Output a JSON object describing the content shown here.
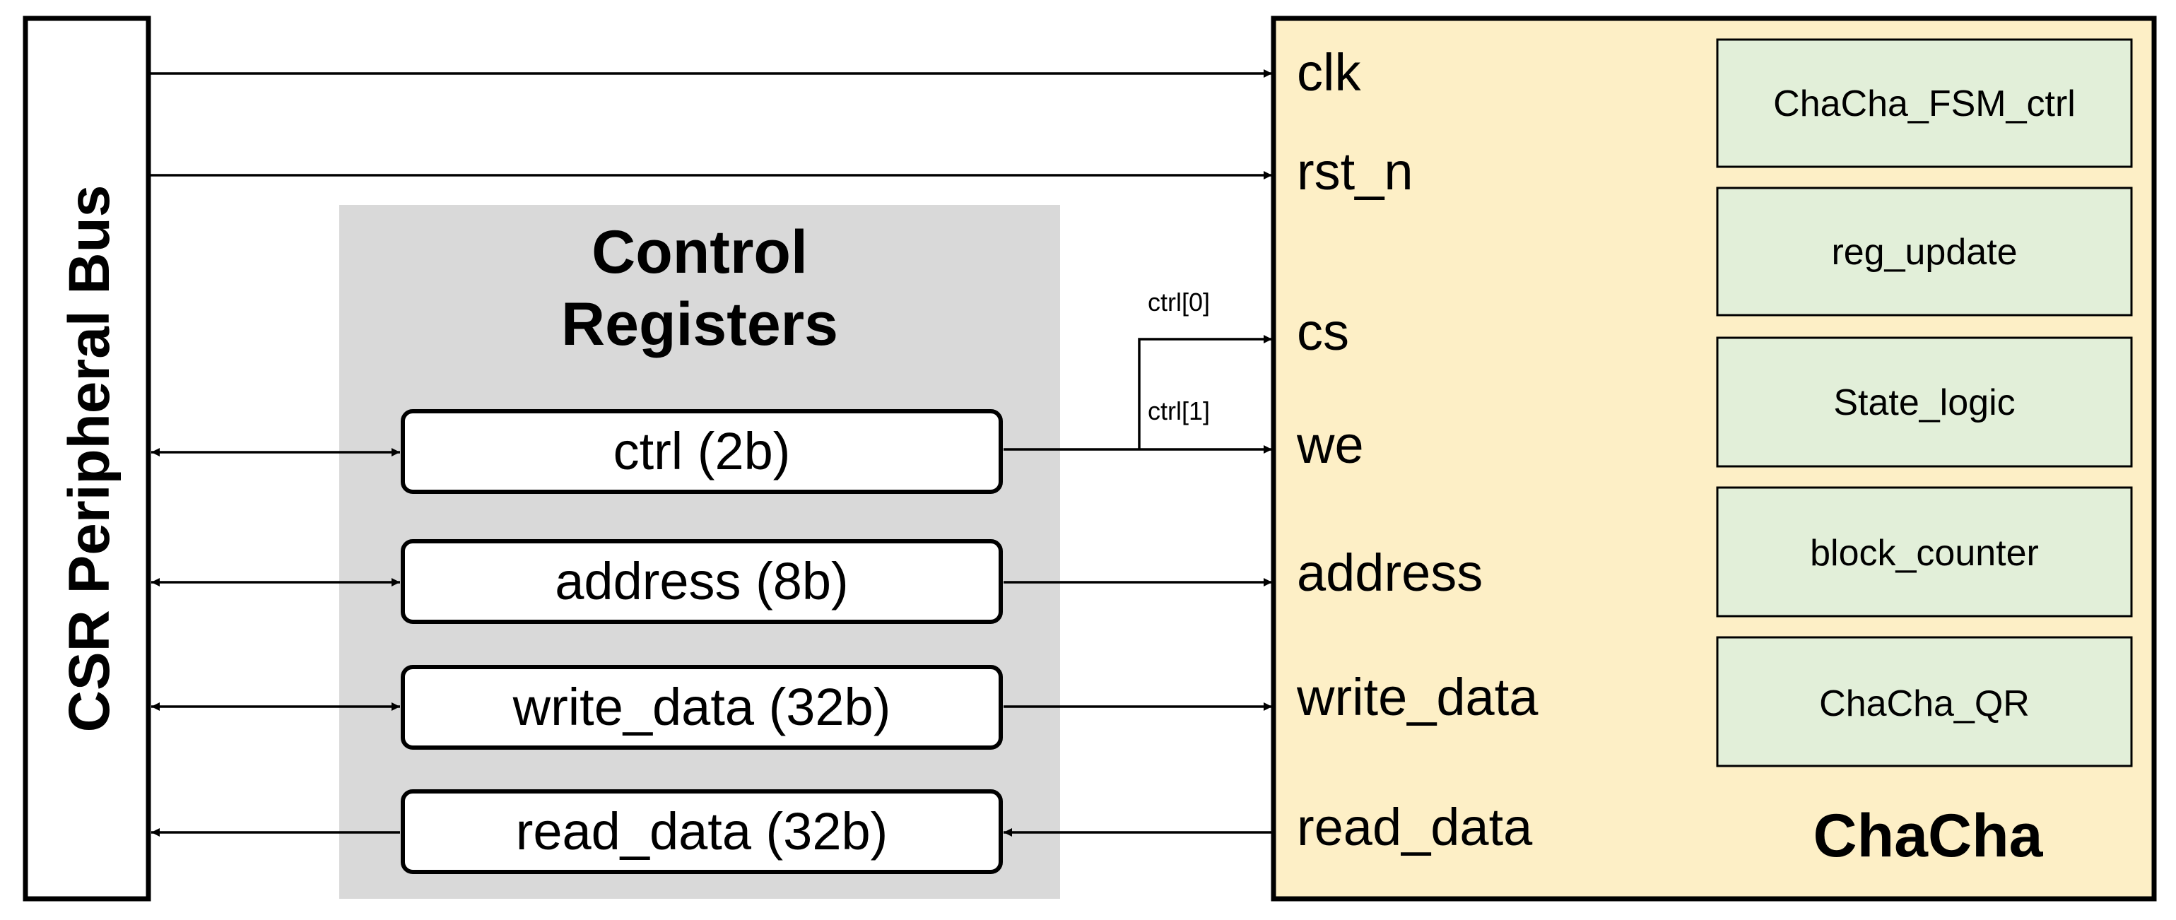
{
  "bus": {
    "label": "CSR Peripheral Bus"
  },
  "control_registers": {
    "title_line1": "Control",
    "title_line2": "Registers",
    "registers": [
      {
        "label": "ctrl (2b)"
      },
      {
        "label": "address (8b)"
      },
      {
        "label": "write_data (32b)"
      },
      {
        "label": "read_data (32b)"
      }
    ]
  },
  "chacha": {
    "title": "ChaCha",
    "ports": [
      {
        "label": "clk"
      },
      {
        "label": "rst_n"
      },
      {
        "label": "cs"
      },
      {
        "label": "we"
      },
      {
        "label": "address"
      },
      {
        "label": "write_data"
      },
      {
        "label": "read_data"
      }
    ],
    "modules": [
      {
        "label": "ChaCha_FSM_ctrl"
      },
      {
        "label": "reg_update"
      },
      {
        "label": "State_logic"
      },
      {
        "label": "block_counter"
      },
      {
        "label": "ChaCha_QR"
      }
    ]
  },
  "ctrl_slices": [
    {
      "label": "ctrl[0]"
    },
    {
      "label": "ctrl[1]"
    }
  ],
  "colors": {
    "chacha_fill": "#fdefc6",
    "module_fill": "#e2efd9",
    "group_fill": "#d9d9d9",
    "stroke": "#000000"
  }
}
